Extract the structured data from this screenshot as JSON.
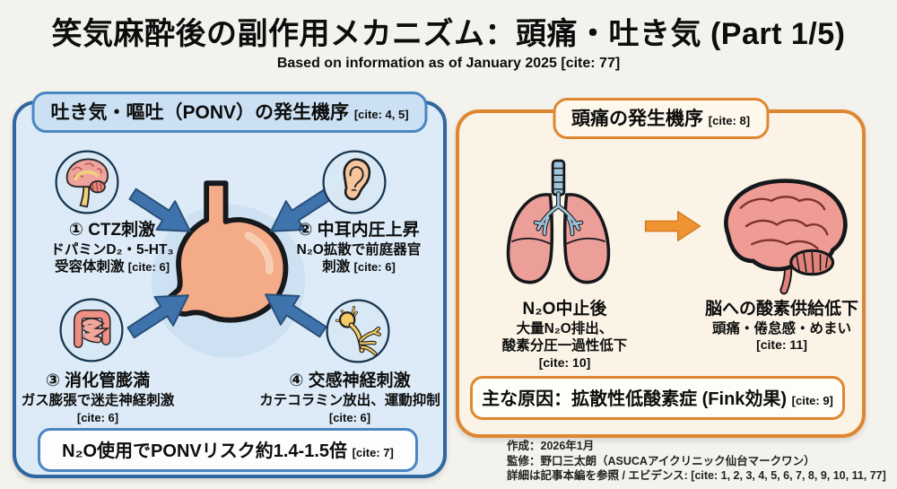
{
  "page": {
    "title": "笑気麻酔後の副作用メカニズム：頭痛・吐き気 (Part 1/5)",
    "subtitle": "Based on information as of January 2025 [cite: 77]"
  },
  "left_panel": {
    "header": "吐き気・嘔吐（PONV）の発生機序",
    "header_cite": "[cite: 4, 5]",
    "center_icon": "stomach-icon",
    "items": [
      {
        "icon": "brain-sagittal-icon",
        "title": "① CTZ刺激",
        "sub1": "ドパミンD₂・5-HT₃",
        "sub2": "受容体刺激",
        "cite": "[cite: 6]"
      },
      {
        "icon": "ear-icon",
        "title": "② 中耳内圧上昇",
        "sub1": "N₂O拡散で前庭器官",
        "sub2": "刺激",
        "cite": "[cite: 6]"
      },
      {
        "icon": "intestine-icon",
        "title": "③ 消化管膨満",
        "sub1": "ガス膨張で迷走神経刺激",
        "sub2": "",
        "cite": "[cite: 6]"
      },
      {
        "icon": "nerve-icon",
        "title": "④ 交感神経刺激",
        "sub1": "カテコラミン放出、運動抑制",
        "sub2": "",
        "cite": "[cite: 6]"
      }
    ],
    "banner": "N₂O使用でPONVリスク約1.4-1.5倍",
    "banner_cite": "[cite: 7]"
  },
  "right_panel": {
    "header": "頭痛の発生機序",
    "header_cite": "[cite: 8]",
    "steps": [
      {
        "icon": "lungs-icon",
        "title": "N₂O中止後",
        "sub1": "大量N₂O排出、",
        "sub2": "酸素分圧一過性低下",
        "cite": "[cite: 10]"
      },
      {
        "icon": "brain-lateral-icon",
        "title": "脳への酸素供給低下",
        "sub1": "頭痛・倦怠感・めまい",
        "sub2": "",
        "cite": "[cite: 11]"
      }
    ],
    "banner": "主な原因：拡散性低酸素症 (Fink効果)",
    "banner_cite": "[cite: 9]"
  },
  "footer": {
    "line1": "作成：2026年1月",
    "line2": "監修：野口三太朗（ASUCAアイクリニック仙台マークワン）",
    "line3": "詳細は記事本編を参照 / エビデンス: [cite: 1, 2, 3, 4, 5, 6, 7, 8, 9, 10, 11, 77]"
  },
  "colors": {
    "background": "#f4f2ed",
    "left_panel_bg": "#dcebf7",
    "left_panel_border": "#2f679f",
    "blue_arrow": "#3e73ac",
    "right_panel_bg": "#faf3e6",
    "right_panel_border": "#df8730",
    "orange_arrow": "#f09433"
  }
}
